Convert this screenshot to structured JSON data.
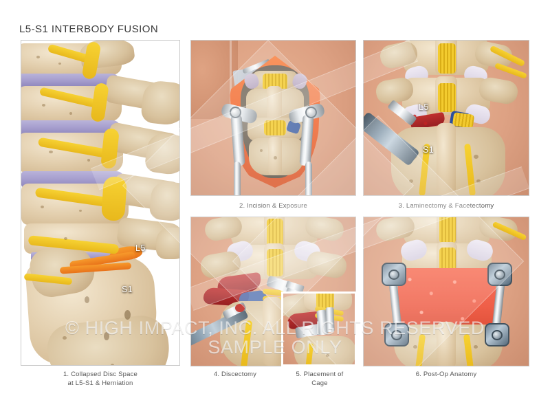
{
  "document": {
    "title": "L5-S1 INTERBODY FUSION",
    "background_color": "#ffffff",
    "title_color": "#3a3a3a"
  },
  "watermark": {
    "line1": "© HIGH IMPACT, INC. ALL RIGHTS RESERVED",
    "line2": "SAMPLE ONLY",
    "color": "#ffffff"
  },
  "panels": [
    {
      "number": "1",
      "caption_line1": "1. Collapsed Disc Space",
      "caption_line2": "at L5-S1 & Herniation",
      "view": "lateral sagittal lumbosacral spine",
      "labels": [
        {
          "text": "L5"
        },
        {
          "text": "S1"
        }
      ]
    },
    {
      "number": "2",
      "caption_line1": "2. Incision & Exposure",
      "caption_line2": "",
      "view": "posterior midline incision with retractors",
      "labels": []
    },
    {
      "number": "3",
      "caption_line1": "3. Laminectomy & Facetectomy",
      "caption_line2": "",
      "view": "posterior lumbar spine with osteotome",
      "labels": [
        {
          "text": "L5"
        },
        {
          "text": "S1"
        }
      ]
    },
    {
      "number": "4",
      "caption_line1": "4. Discectomy",
      "caption_line2": "",
      "view": "posterior spine with rongeur removing disc",
      "labels": []
    },
    {
      "number": "5",
      "caption_line1": "5. Placement of",
      "caption_line2": "Cage",
      "view": "inset detail of interbody cage insertion",
      "labels": []
    },
    {
      "number": "6",
      "caption_line1": "6. Post-Op Anatomy",
      "caption_line2": "",
      "view": "posterior spine with pedicle screws, rods and bone graft",
      "labels": []
    }
  ],
  "palette": {
    "bone": "#e3cfae",
    "disc": "#a59dcd",
    "nerve": "#f0c52a",
    "nerve_root_inflamed": "#ef8420",
    "skin": "#dda183",
    "muscle": "#a82427",
    "ligament": "#e4def0",
    "metal": "#cfd5da",
    "bone_graft": "#f4674f",
    "incision": "#f4703a",
    "panel_border": "#c9c9c9",
    "caption_text": "#555555"
  }
}
